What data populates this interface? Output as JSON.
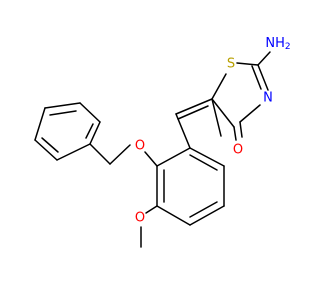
{
  "molecule": {
    "atoms": {
      "sulfur": {
        "label": "S",
        "color": "#B8A000"
      },
      "nitrogen": {
        "label": "N",
        "color": "#0000FF"
      },
      "amino": {
        "label": "NH",
        "subscript": "2",
        "color": "#0000FF"
      },
      "carbonyl_oxygen": {
        "label": "O",
        "color": "#FF0000"
      },
      "ether_oxygen": {
        "label": "O",
        "color": "#FF0000"
      },
      "methoxy_oxygen": {
        "label": "O",
        "color": "#FF0000"
      }
    },
    "bond_color": "#000000"
  }
}
